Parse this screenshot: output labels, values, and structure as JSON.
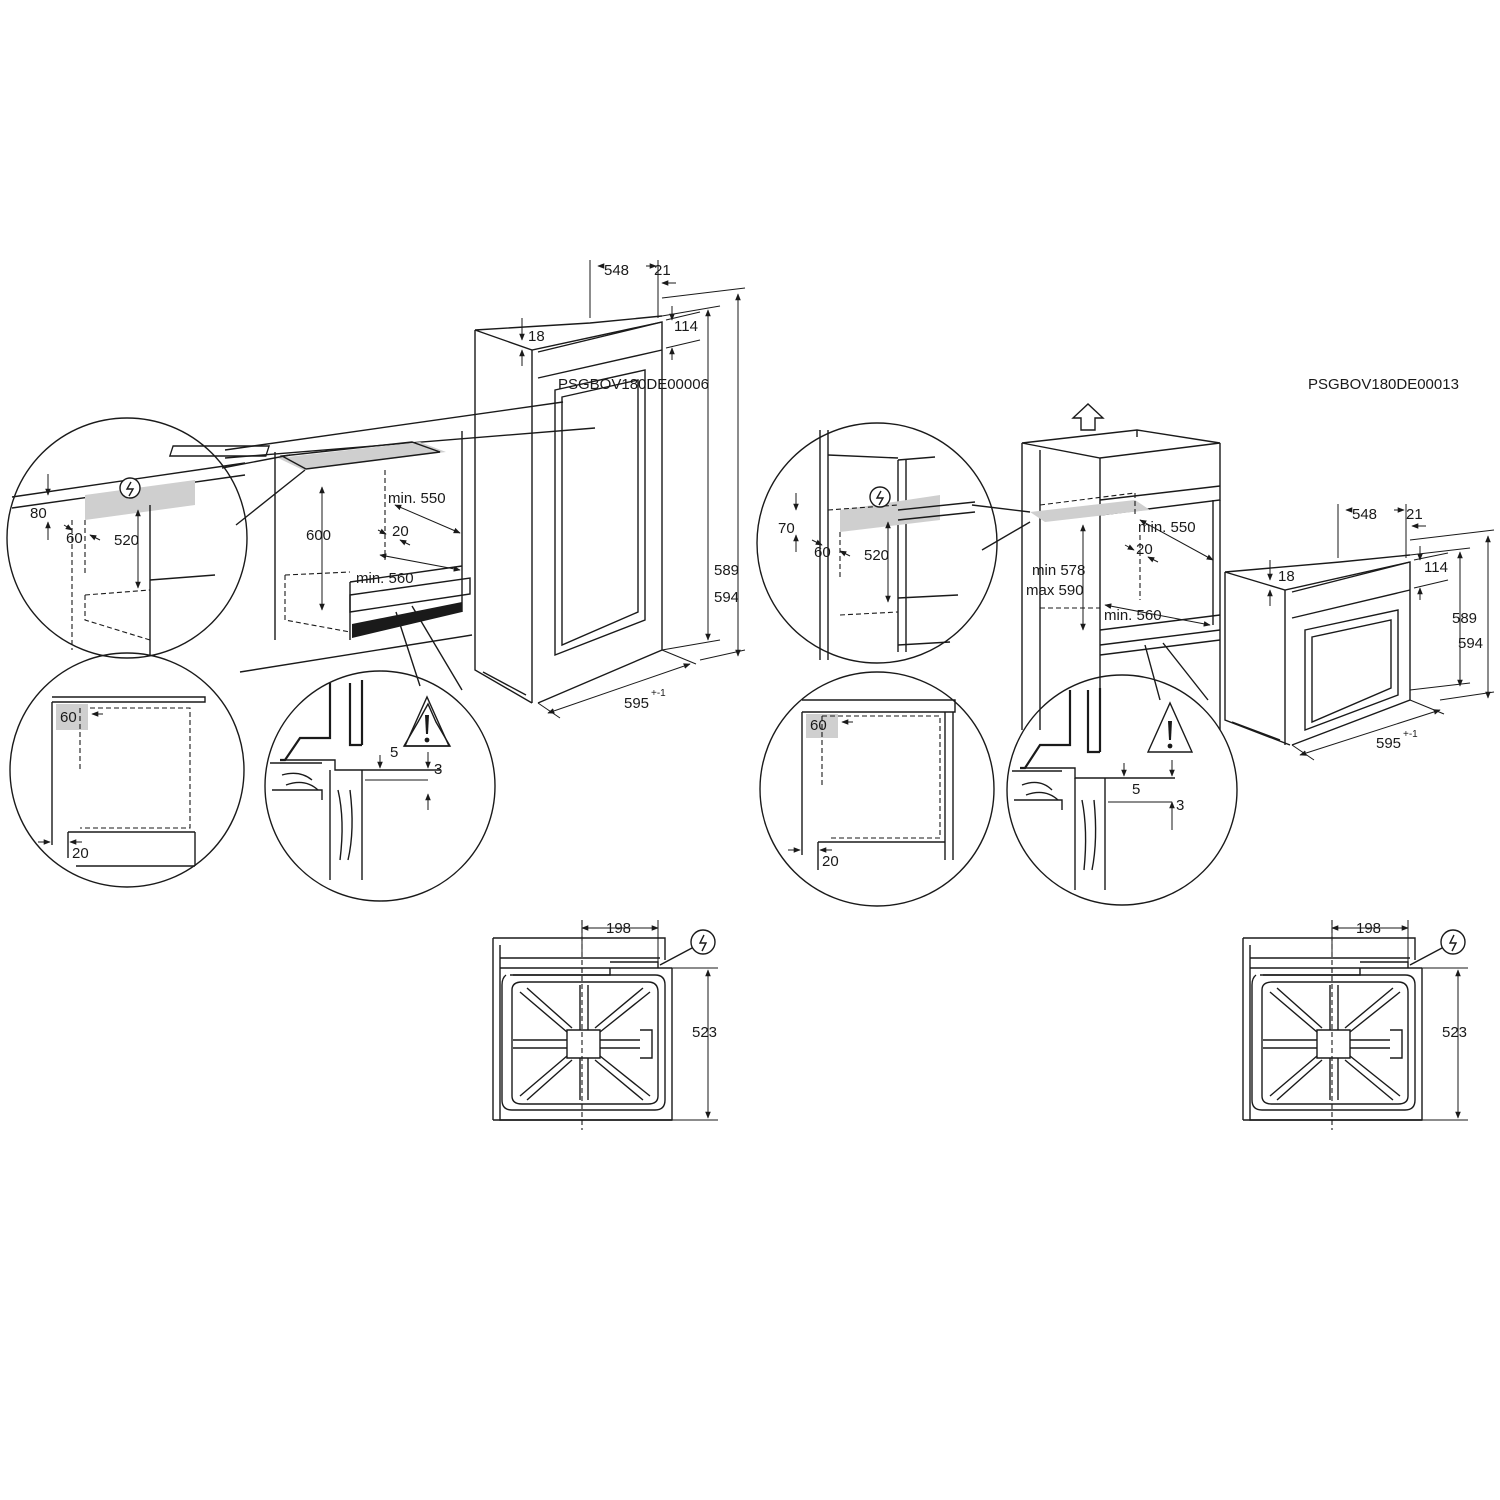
{
  "left": {
    "code": "PSGBOV180DE00006",
    "detail_top": {
      "h_clear": "80",
      "depth_clear": "60",
      "height": "520"
    },
    "cabinet": {
      "height": "600",
      "depth_min": "min. 550",
      "gap": "20",
      "width_min": "min. 560"
    },
    "oven": {
      "depth": "548",
      "front": "21",
      "top_offset": "18",
      "panel": "114",
      "body_h": "589",
      "total_h": "594",
      "width": "595",
      "width_tol": "+-1"
    },
    "detail_side": {
      "vent": "60",
      "clear": "20"
    },
    "detail_rail": {
      "gap": "5",
      "overlap": "3"
    },
    "plan": {
      "offset": "198",
      "depth": "523"
    }
  },
  "right": {
    "code": "PSGBOV180DE00013",
    "detail_top": {
      "h_clear": "70",
      "depth_clear": "60",
      "height": "520"
    },
    "cabinet": {
      "height_min": "min 578",
      "height_max": "max 590",
      "depth_min": "min. 550",
      "gap": "20",
      "width_min": "min. 560"
    },
    "oven": {
      "depth": "548",
      "front": "21",
      "top_offset": "18",
      "panel": "114",
      "body_h": "589",
      "total_h": "594",
      "width": "595",
      "width_tol": "+-1"
    },
    "detail_side": {
      "vent": "60",
      "clear": "20"
    },
    "detail_rail": {
      "gap": "5",
      "overlap": "3"
    },
    "plan": {
      "offset": "198",
      "depth": "523"
    }
  }
}
